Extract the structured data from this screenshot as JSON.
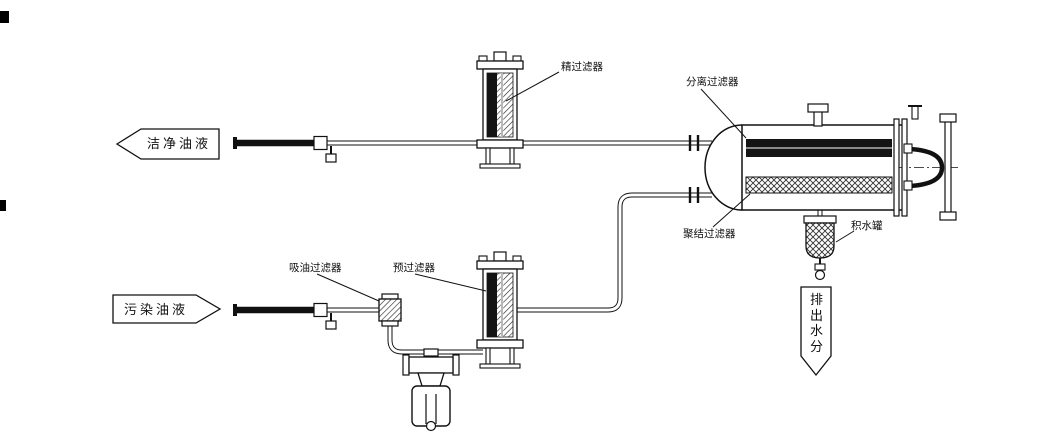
{
  "diagram": {
    "flow_labels": {
      "clean_oil": "洁净油液",
      "dirty_oil": "污染油液"
    },
    "component_labels": {
      "fine_filter": "精过滤器",
      "separation_filter": "分离过滤器",
      "coalescing_filter": "聚结过滤器",
      "water_tank": "积水罐",
      "suction_filter": "吸油过滤器",
      "pre_filter": "预过滤器",
      "discharge_water": "排出水分"
    },
    "colors": {
      "line": "#111111",
      "background": "#ffffff",
      "filter_element_dark": "#141414"
    }
  }
}
